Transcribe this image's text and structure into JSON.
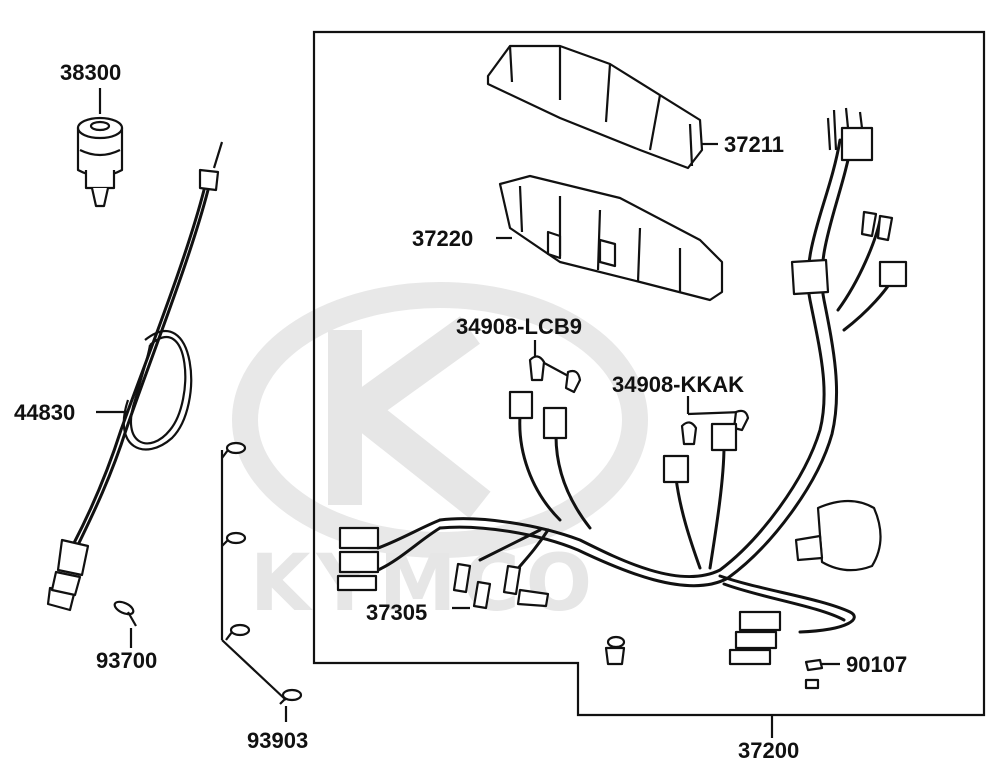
{
  "watermark": {
    "text": "KYMCO"
  },
  "labels": {
    "p38300": "38300",
    "p44830": "44830",
    "p93700": "93700",
    "p93903": "93903",
    "p37211": "37211",
    "p37220": "37220",
    "p34908_lcb9": "34908-LCB9",
    "p34908_kkak": "34908-KKAK",
    "p37305": "37305",
    "p90107": "90107",
    "p37200": "37200"
  }
}
